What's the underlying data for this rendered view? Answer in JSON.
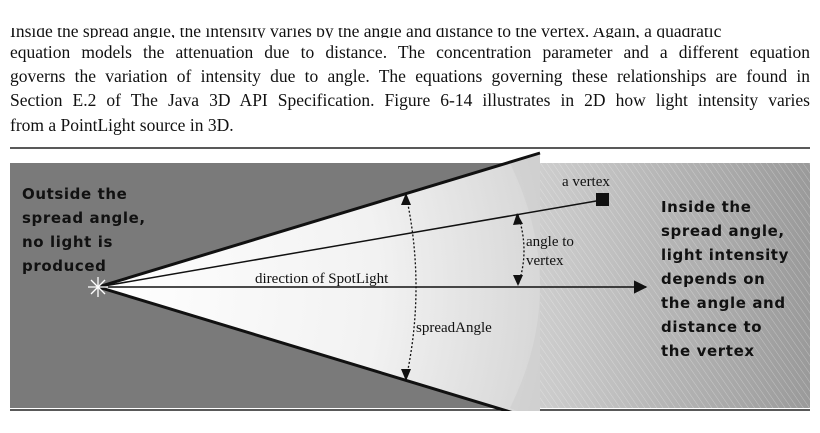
{
  "document": {
    "clipped_line": "Inside the spread angle, the intensity varies by the angle and distance to the vertex. Again, a quadratic",
    "paragraph_lines": [
      "equation models the attenuation due to distance.  The concentration parameter and a different equation",
      "governs the variation of intensity due to angle.  The equations governing these relationships are found in",
      "Section E.2 of The Java 3D API Specification.  Figure 6-14 illustrates in 2D how light intensity varies",
      "from a PointLight source in 3D."
    ]
  },
  "figure": {
    "left_caption": [
      "Outside the",
      "spread angle,",
      "no light is",
      "produced"
    ],
    "right_caption": [
      "Inside the",
      "spread angle,",
      "light intensity",
      "depends on",
      "the angle and",
      "distance to",
      "the vertex"
    ],
    "vertex_label": "a vertex",
    "angle_label": [
      "angle to",
      "vertex"
    ],
    "direction_label": "direction of SpotLight",
    "spread_label": "spreadAngle",
    "colors": {
      "outside": "#7a7a7a",
      "cone_near": "#ffffff",
      "cone_far": "#c9c9c9",
      "right_background": "#8c8c8c",
      "lines": "#111111"
    }
  }
}
